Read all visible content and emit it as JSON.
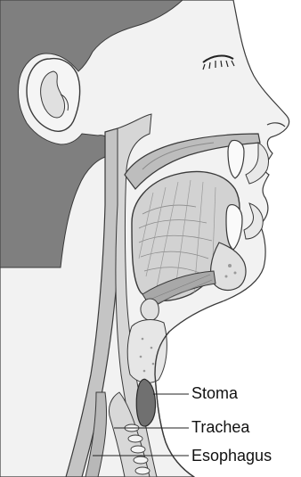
{
  "figure": {
    "labels": {
      "stoma": "Stoma",
      "trachea": "Trachea",
      "esophagus": "Esophagus"
    },
    "colors": {
      "hair": "#7f7f7f",
      "skin": "#f2f2f2",
      "tissue": "#c4c4c4",
      "tissue_dark": "#a8a8a8",
      "bone": "#e6e6e6",
      "outline": "#3a3a3a"
    }
  }
}
